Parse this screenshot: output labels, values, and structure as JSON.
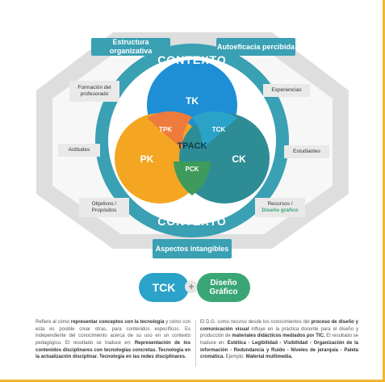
{
  "colors": {
    "teal": "#3aa0b3",
    "grey_panel": "#e9e9e9",
    "circle_tk": "#1e8fd6",
    "circle_pk": "#f4a623",
    "circle_ck": "#2e8c95",
    "tpk": "#ee7b3c",
    "tck": "#2ba3c9",
    "pck": "#3e9b5b",
    "tpack": "#5aa6b3",
    "green": "#3aa676",
    "border": "#f3b632"
  },
  "top_tabs": {
    "left": "Estructura organizativa",
    "right": "Autoeficacia percibida"
  },
  "bottom_tab": "Aspectos intangibles",
  "context_top": "CONTEXTO",
  "context_bottom": "CONTEXTO",
  "side_labels": {
    "formacion": "Formación del profesorado",
    "actitudes": "Actitudes",
    "objetivos": "Objetivos / Propósitos",
    "experiencias": "Experiencias",
    "estudiantes": "Estudiantes",
    "recursos": "Recursos /",
    "diseno": "Diseño gráfico"
  },
  "venn": {
    "tk": "TK",
    "pk": "PK",
    "ck": "CK",
    "tpk": "TPK",
    "tck": "TCK",
    "pck": "PCK",
    "tpack": "TPACK"
  },
  "pills": {
    "left": "TCK",
    "plus": "+",
    "right_line1": "Diseño",
    "right_line2": "Gráfico"
  },
  "captions": {
    "left": {
      "p1": "Refiere al cómo ",
      "b1": "representar conceptos con la tecnología",
      "p2": " y cómo con esta es posible crear otras, para contenidos específicos. Es independiente del conocimiento acerca de su uso en un contexto pedagógico. El resultado se traduce en: ",
      "b2": "Representación de los contenidos disciplinares con tecnologías concretas. Tecnología en la actualización disciplinar. Tecnología en las redes disciplinares."
    },
    "right": {
      "p1": "El D.G. como recurso desde los conocimientos del ",
      "b1": "proceso de diseño y comunicación visual",
      "p2": " influye en la práctica docente para el diseño y producción de ",
      "b2": "materiales didácticos mediados por TIC.",
      "p3": " El resultado se traduce en: ",
      "b3": "Estética - Legibilidad - Visibilidad - Organización de la información - Redundancia y Ruido - Niveles de jerarquía - Paleta cromática.",
      "p4": " Ejemplo: ",
      "b4": "Material multimedia."
    }
  }
}
